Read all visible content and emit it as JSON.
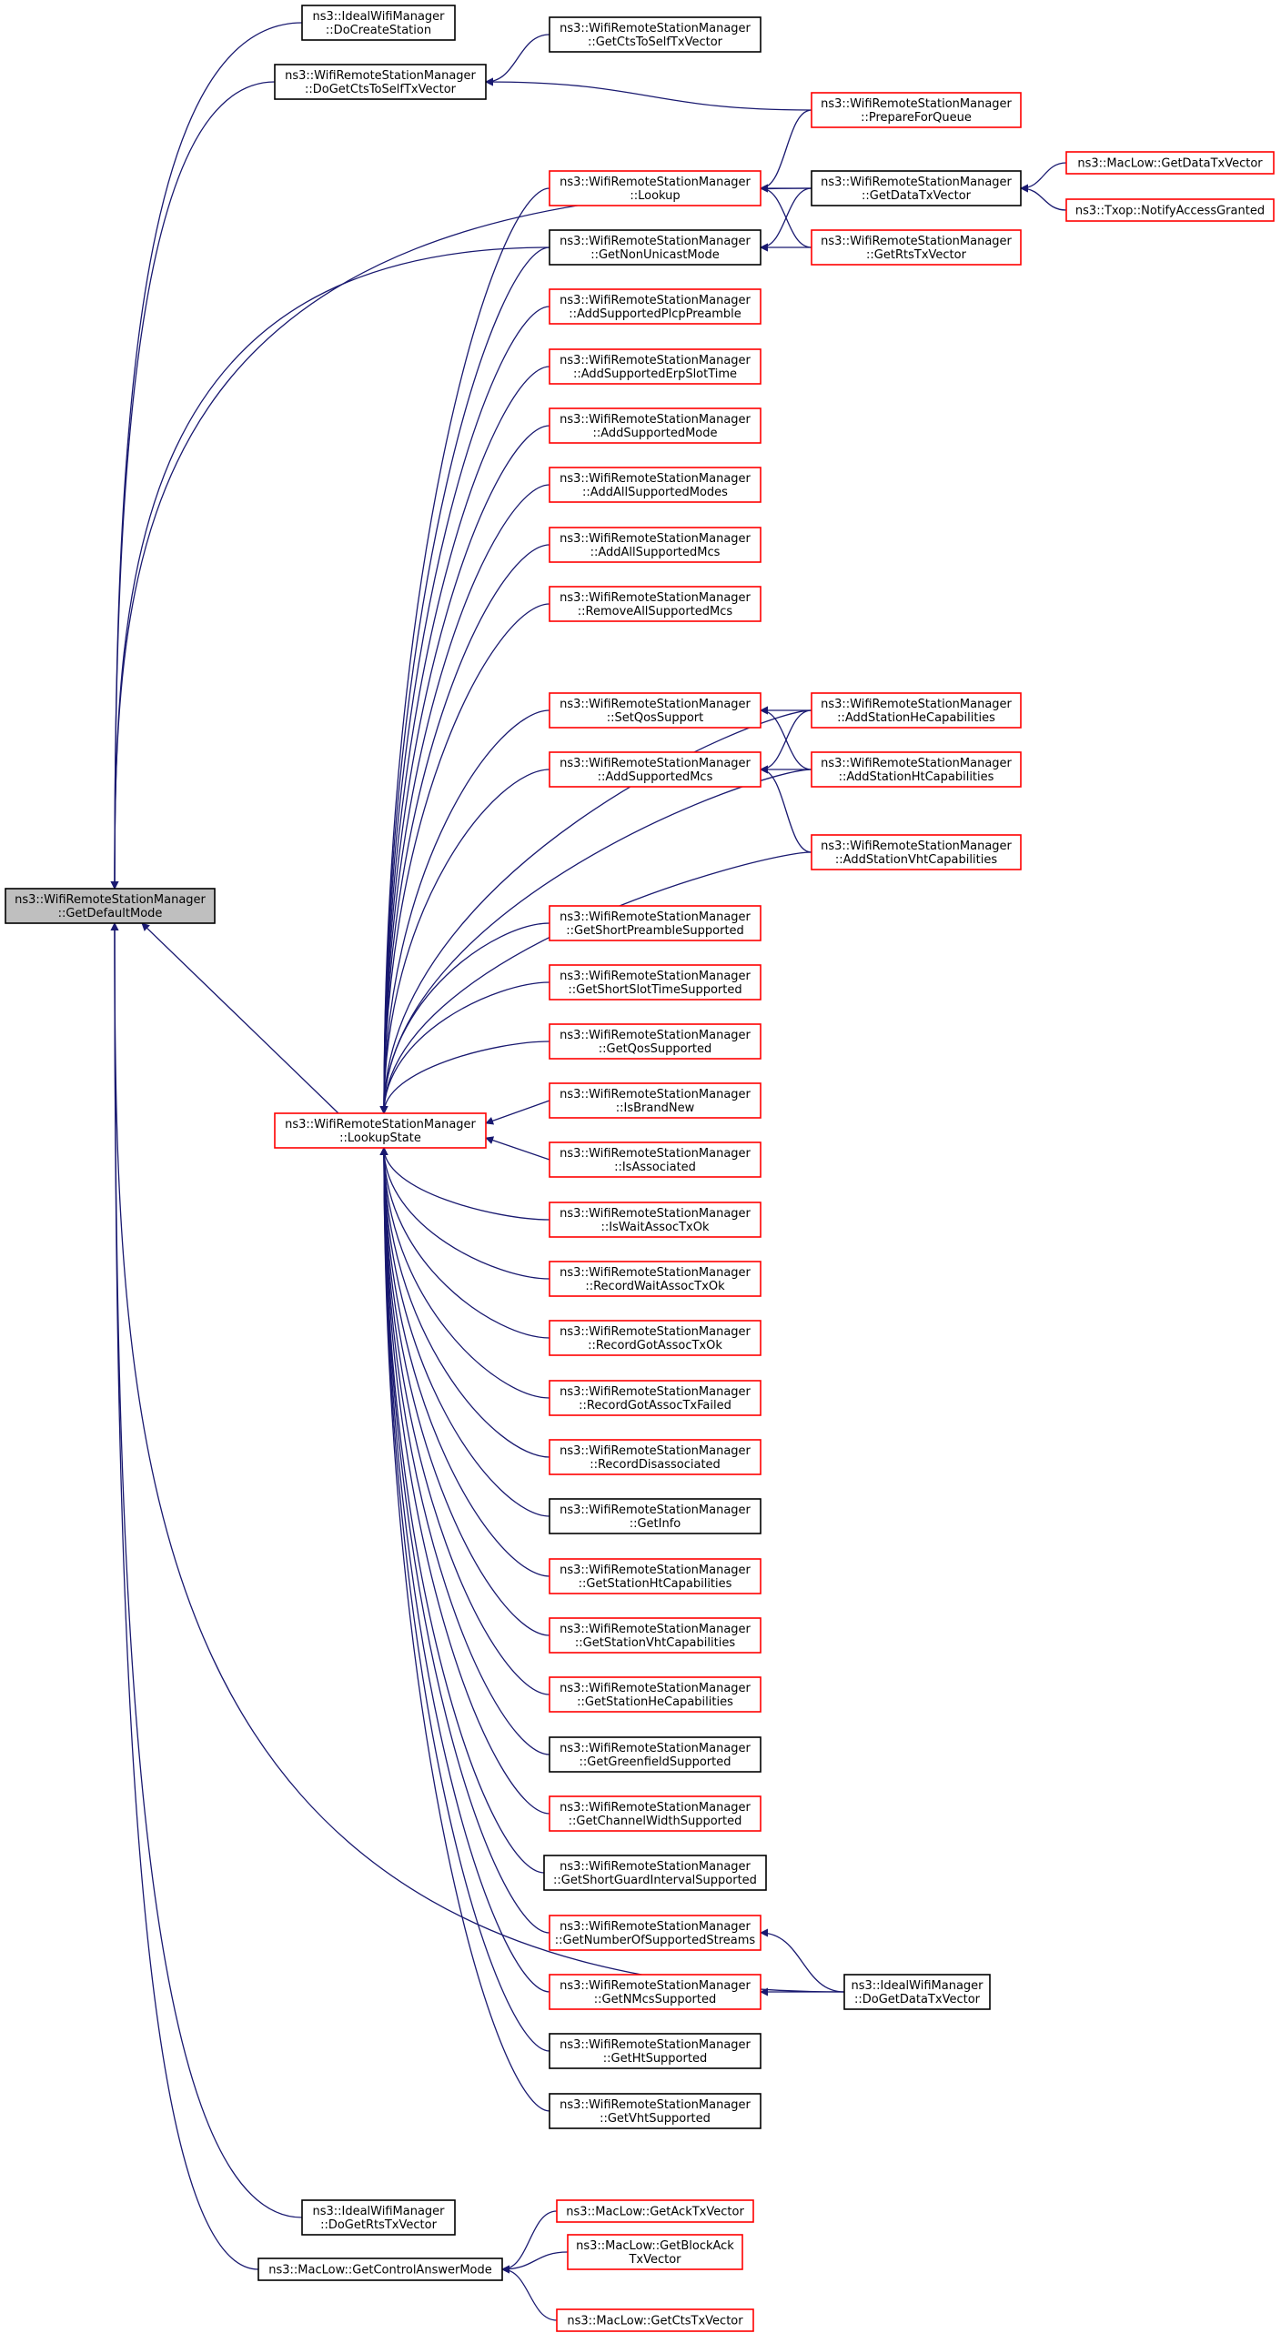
{
  "graph": {
    "type": "call-graph",
    "direction": "right-to-left",
    "colors": {
      "edge": "#191970",
      "red_border": "#ff0000",
      "black_border": "#000000",
      "current_fill": "#bfbfbf"
    },
    "nodes": [
      {
        "id": "getDefaultMode",
        "lines": [
          "ns3::WifiRemoteStationManager",
          "::GetDefaultMode"
        ],
        "style": "current"
      },
      {
        "id": "idealDoCreateStation",
        "lines": [
          "ns3::IdealWifiManager",
          "::DoCreateStation"
        ],
        "style": "black"
      },
      {
        "id": "doGetCtsToSelf",
        "lines": [
          "ns3::WifiRemoteStationManager",
          "::DoGetCtsToSelfTxVector"
        ],
        "style": "black"
      },
      {
        "id": "lookupState",
        "lines": [
          "ns3::WifiRemoteStationManager",
          "::LookupState"
        ],
        "style": "red"
      },
      {
        "id": "idealDoGetRts",
        "lines": [
          "ns3::IdealWifiManager",
          "::DoGetRtsTxVector"
        ],
        "style": "black"
      },
      {
        "id": "getControlAnswerMode",
        "lines": [
          "ns3::MacLow::GetControlAnswerMode"
        ],
        "style": "black"
      },
      {
        "id": "getCtsToSelf",
        "lines": [
          "ns3::WifiRemoteStationManager",
          "::GetCtsToSelfTxVector"
        ],
        "style": "black"
      },
      {
        "id": "lookup",
        "lines": [
          "ns3::WifiRemoteStationManager",
          "::Lookup"
        ],
        "style": "red"
      },
      {
        "id": "getNonUnicastMode",
        "lines": [
          "ns3::WifiRemoteStationManager",
          "::GetNonUnicastMode"
        ],
        "style": "black"
      },
      {
        "id": "addSupportedPlcpPreamble",
        "lines": [
          "ns3::WifiRemoteStationManager",
          "::AddSupportedPlcpPreamble"
        ],
        "style": "red"
      },
      {
        "id": "addSupportedErpSlotTime",
        "lines": [
          "ns3::WifiRemoteStationManager",
          "::AddSupportedErpSlotTime"
        ],
        "style": "red"
      },
      {
        "id": "addSupportedMode",
        "lines": [
          "ns3::WifiRemoteStationManager",
          "::AddSupportedMode"
        ],
        "style": "red"
      },
      {
        "id": "addAllSupportedModes",
        "lines": [
          "ns3::WifiRemoteStationManager",
          "::AddAllSupportedModes"
        ],
        "style": "red"
      },
      {
        "id": "addAllSupportedMcs",
        "lines": [
          "ns3::WifiRemoteStationManager",
          "::AddAllSupportedMcs"
        ],
        "style": "red"
      },
      {
        "id": "removeAllSupportedMcs",
        "lines": [
          "ns3::WifiRemoteStationManager",
          "::RemoveAllSupportedMcs"
        ],
        "style": "red"
      },
      {
        "id": "setQosSupport",
        "lines": [
          "ns3::WifiRemoteStationManager",
          "::SetQosSupport"
        ],
        "style": "red"
      },
      {
        "id": "addSupportedMcs",
        "lines": [
          "ns3::WifiRemoteStationManager",
          "::AddSupportedMcs"
        ],
        "style": "red"
      },
      {
        "id": "getShortPreambleSupported",
        "lines": [
          "ns3::WifiRemoteStationManager",
          "::GetShortPreambleSupported"
        ],
        "style": "red"
      },
      {
        "id": "getShortSlotTimeSupported",
        "lines": [
          "ns3::WifiRemoteStationManager",
          "::GetShortSlotTimeSupported"
        ],
        "style": "red"
      },
      {
        "id": "getQosSupported",
        "lines": [
          "ns3::WifiRemoteStationManager",
          "::GetQosSupported"
        ],
        "style": "red"
      },
      {
        "id": "isBrandNew",
        "lines": [
          "ns3::WifiRemoteStationManager",
          "::IsBrandNew"
        ],
        "style": "red"
      },
      {
        "id": "isAssociated",
        "lines": [
          "ns3::WifiRemoteStationManager",
          "::IsAssociated"
        ],
        "style": "red"
      },
      {
        "id": "isWaitAssocTxOk",
        "lines": [
          "ns3::WifiRemoteStationManager",
          "::IsWaitAssocTxOk"
        ],
        "style": "red"
      },
      {
        "id": "recordWaitAssocTxOk",
        "lines": [
          "ns3::WifiRemoteStationManager",
          "::RecordWaitAssocTxOk"
        ],
        "style": "red"
      },
      {
        "id": "recordGotAssocTxOk",
        "lines": [
          "ns3::WifiRemoteStationManager",
          "::RecordGotAssocTxOk"
        ],
        "style": "red"
      },
      {
        "id": "recordGotAssocTxFailed",
        "lines": [
          "ns3::WifiRemoteStationManager",
          "::RecordGotAssocTxFailed"
        ],
        "style": "red"
      },
      {
        "id": "recordDisassociated",
        "lines": [
          "ns3::WifiRemoteStationManager",
          "::RecordDisassociated"
        ],
        "style": "red"
      },
      {
        "id": "getInfo",
        "lines": [
          "ns3::WifiRemoteStationManager",
          "::GetInfo"
        ],
        "style": "black"
      },
      {
        "id": "getStationHtCapabilities",
        "lines": [
          "ns3::WifiRemoteStationManager",
          "::GetStationHtCapabilities"
        ],
        "style": "red"
      },
      {
        "id": "getStationVhtCapabilities",
        "lines": [
          "ns3::WifiRemoteStationManager",
          "::GetStationVhtCapabilities"
        ],
        "style": "red"
      },
      {
        "id": "getStationHeCapabilities",
        "lines": [
          "ns3::WifiRemoteStationManager",
          "::GetStationHeCapabilities"
        ],
        "style": "red"
      },
      {
        "id": "getGreenfieldSupported",
        "lines": [
          "ns3::WifiRemoteStationManager",
          "::GetGreenfieldSupported"
        ],
        "style": "black"
      },
      {
        "id": "getChannelWidthSupported",
        "lines": [
          "ns3::WifiRemoteStationManager",
          "::GetChannelWidthSupported"
        ],
        "style": "red"
      },
      {
        "id": "getShortGuardIntervalSupported",
        "lines": [
          "ns3::WifiRemoteStationManager",
          "::GetShortGuardIntervalSupported"
        ],
        "style": "black"
      },
      {
        "id": "getNumberOfSupportedStreams",
        "lines": [
          "ns3::WifiRemoteStationManager",
          "::GetNumberOfSupportedStreams"
        ],
        "style": "red"
      },
      {
        "id": "getNMcsSupported",
        "lines": [
          "ns3::WifiRemoteStationManager",
          "::GetNMcsSupported"
        ],
        "style": "red"
      },
      {
        "id": "getHtSupported",
        "lines": [
          "ns3::WifiRemoteStationManager",
          "::GetHtSupported"
        ],
        "style": "black"
      },
      {
        "id": "getVhtSupported",
        "lines": [
          "ns3::WifiRemoteStationManager",
          "::GetVhtSupported"
        ],
        "style": "black"
      },
      {
        "id": "getAckTxVector",
        "lines": [
          "ns3::MacLow::GetAckTxVector"
        ],
        "style": "red"
      },
      {
        "id": "getBlockAckTxVector",
        "lines": [
          "ns3::MacLow::GetBlockAck",
          "TxVector"
        ],
        "style": "red"
      },
      {
        "id": "getCtsTxVector",
        "lines": [
          "ns3::MacLow::GetCtsTxVector"
        ],
        "style": "red"
      },
      {
        "id": "prepareForQueue",
        "lines": [
          "ns3::WifiRemoteStationManager",
          "::PrepareForQueue"
        ],
        "style": "red"
      },
      {
        "id": "getDataTxVector",
        "lines": [
          "ns3::WifiRemoteStationManager",
          "::GetDataTxVector"
        ],
        "style": "black"
      },
      {
        "id": "getRtsTxVector",
        "lines": [
          "ns3::WifiRemoteStationManager",
          "::GetRtsTxVector"
        ],
        "style": "red"
      },
      {
        "id": "addStationHeCapabilities",
        "lines": [
          "ns3::WifiRemoteStationManager",
          "::AddStationHeCapabilities"
        ],
        "style": "red"
      },
      {
        "id": "addStationHtCapabilities",
        "lines": [
          "ns3::WifiRemoteStationManager",
          "::AddStationHtCapabilities"
        ],
        "style": "red"
      },
      {
        "id": "addStationVhtCapabilities",
        "lines": [
          "ns3::WifiRemoteStationManager",
          "::AddStationVhtCapabilities"
        ],
        "style": "red"
      },
      {
        "id": "idealDoGetDataTxVector",
        "lines": [
          "ns3::IdealWifiManager",
          "::DoGetDataTxVector"
        ],
        "style": "black"
      },
      {
        "id": "macLowGetDataTxVector",
        "lines": [
          "ns3::MacLow::GetDataTxVector"
        ],
        "style": "red"
      },
      {
        "id": "txopNotifyAccessGranted",
        "lines": [
          "ns3::Txop::NotifyAccessGranted"
        ],
        "style": "red"
      }
    ],
    "edges": [
      [
        "idealDoCreateStation",
        "getDefaultMode"
      ],
      [
        "doGetCtsToSelf",
        "getDefaultMode"
      ],
      [
        "getDataTxVector",
        "getDefaultMode"
      ],
      [
        "getNonUnicastMode",
        "getDefaultMode"
      ],
      [
        "lookupState",
        "getDefaultMode"
      ],
      [
        "idealDoGetDataTxVector",
        "getDefaultMode"
      ],
      [
        "idealDoGetRts",
        "getDefaultMode"
      ],
      [
        "getControlAnswerMode",
        "getDefaultMode"
      ],
      [
        "getCtsToSelf",
        "doGetCtsToSelf"
      ],
      [
        "prepareForQueue",
        "doGetCtsToSelf"
      ],
      [
        "prepareForQueue",
        "lookup"
      ],
      [
        "getDataTxVector",
        "lookup"
      ],
      [
        "getRtsTxVector",
        "lookup"
      ],
      [
        "getDataTxVector",
        "getNonUnicastMode"
      ],
      [
        "getRtsTxVector",
        "getNonUnicastMode"
      ],
      [
        "macLowGetDataTxVector",
        "getDataTxVector"
      ],
      [
        "txopNotifyAccessGranted",
        "getDataTxVector"
      ],
      [
        "addStationHeCapabilities",
        "setQosSupport"
      ],
      [
        "addStationHtCapabilities",
        "setQosSupport"
      ],
      [
        "addStationHeCapabilities",
        "addSupportedMcs"
      ],
      [
        "addStationHtCapabilities",
        "addSupportedMcs"
      ],
      [
        "addStationVhtCapabilities",
        "addSupportedMcs"
      ],
      [
        "idealDoGetDataTxVector",
        "getNumberOfSupportedStreams"
      ],
      [
        "idealDoGetDataTxVector",
        "getNMcsSupported"
      ],
      [
        "getAckTxVector",
        "getControlAnswerMode"
      ],
      [
        "getBlockAckTxVector",
        "getControlAnswerMode"
      ],
      [
        "getCtsTxVector",
        "getControlAnswerMode"
      ],
      [
        "lookup",
        "lookupState"
      ],
      [
        "getNonUnicastMode",
        "lookupState"
      ],
      [
        "addSupportedPlcpPreamble",
        "lookupState"
      ],
      [
        "addSupportedErpSlotTime",
        "lookupState"
      ],
      [
        "addSupportedMode",
        "lookupState"
      ],
      [
        "addAllSupportedModes",
        "lookupState"
      ],
      [
        "addAllSupportedMcs",
        "lookupState"
      ],
      [
        "removeAllSupportedMcs",
        "lookupState"
      ],
      [
        "addStationHeCapabilities",
        "lookupState"
      ],
      [
        "setQosSupport",
        "lookupState"
      ],
      [
        "addSupportedMcs",
        "lookupState"
      ],
      [
        "addStationHtCapabilities",
        "lookupState"
      ],
      [
        "addStationVhtCapabilities",
        "lookupState"
      ],
      [
        "getShortPreambleSupported",
        "lookupState"
      ],
      [
        "getShortSlotTimeSupported",
        "lookupState"
      ],
      [
        "getQosSupported",
        "lookupState"
      ],
      [
        "isBrandNew",
        "lookupState"
      ],
      [
        "isAssociated",
        "lookupState"
      ],
      [
        "isWaitAssocTxOk",
        "lookupState"
      ],
      [
        "recordWaitAssocTxOk",
        "lookupState"
      ],
      [
        "recordGotAssocTxOk",
        "lookupState"
      ],
      [
        "recordGotAssocTxFailed",
        "lookupState"
      ],
      [
        "recordDisassociated",
        "lookupState"
      ],
      [
        "getInfo",
        "lookupState"
      ],
      [
        "getStationHtCapabilities",
        "lookupState"
      ],
      [
        "getStationVhtCapabilities",
        "lookupState"
      ],
      [
        "getStationHeCapabilities",
        "lookupState"
      ],
      [
        "getGreenfieldSupported",
        "lookupState"
      ],
      [
        "getChannelWidthSupported",
        "lookupState"
      ],
      [
        "getShortGuardIntervalSupported",
        "lookupState"
      ],
      [
        "getNumberOfSupportedStreams",
        "lookupState"
      ],
      [
        "getNMcsSupported",
        "lookupState"
      ],
      [
        "getHtSupported",
        "lookupState"
      ],
      [
        "getVhtSupported",
        "lookupState"
      ]
    ]
  }
}
